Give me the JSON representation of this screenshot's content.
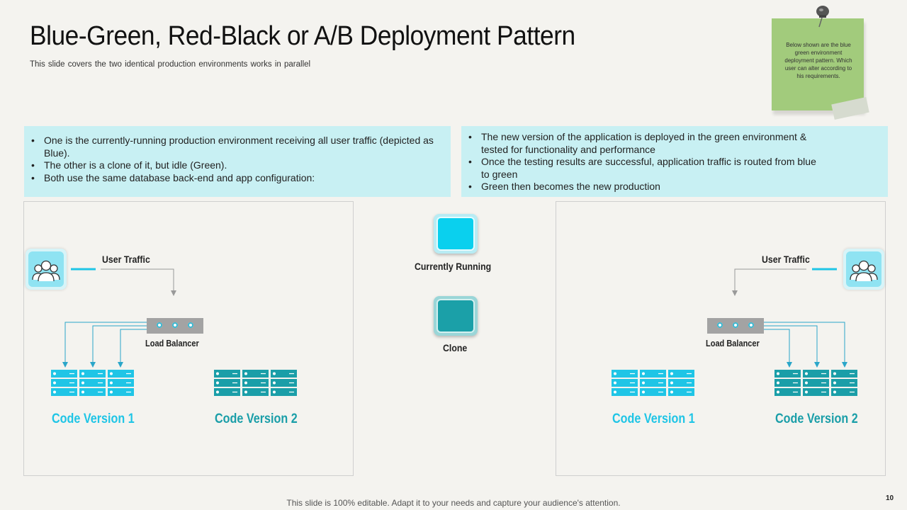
{
  "title": "Blue-Green, Red-Black or A/B Deployment Pattern",
  "subtitle": "This slide covers the two identical production environments works in parallel",
  "note": "Below shown are the blue green environment deployment pattern. Which user can alter according to his requirements.",
  "bullets_left": [
    "One is the currently-running production environment receiving all user traffic (depicted as Blue).",
    "The other is a clone of it, but idle (Green).",
    "Both use the same database back-end and app configuration:"
  ],
  "bullets_right": [
    "The new version of the application is deployed in the green environment & tested for functionality and performance",
    "Once the testing results are successful, application traffic is routed from blue to green",
    "Green then becomes the new production"
  ],
  "left_panel": {
    "user_traffic": "User Traffic",
    "load_balancer": "Load Balancer",
    "code_v1": "Code Version 1",
    "code_v2": "Code Version 2"
  },
  "right_panel": {
    "user_traffic": "User Traffic",
    "load_balancer": "Load Balancer",
    "code_v1": "Code Version 1",
    "code_v2": "Code Version 2"
  },
  "legend": {
    "running": "Currently Running",
    "clone": "Clone"
  },
  "colors": {
    "blue": "#1fc5e6",
    "green": "#1a9ea8",
    "panel_bg": "#c8f0f3",
    "note": "#a2cb7c"
  },
  "footer": "This slide is 100% editable. Adapt it to your needs and capture your audience's attention.",
  "page_number": "10"
}
